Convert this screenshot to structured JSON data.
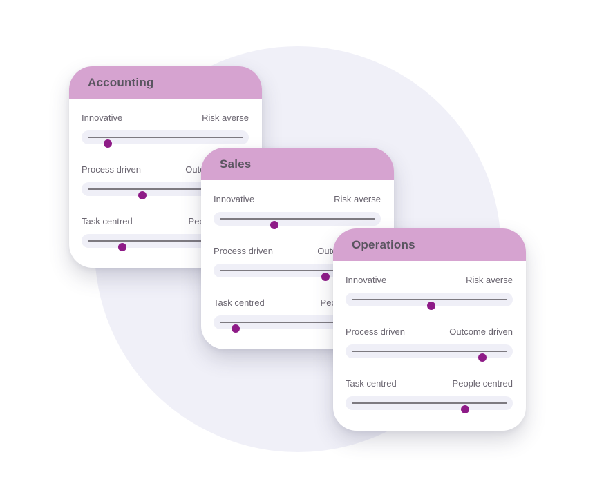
{
  "background": {
    "circle_color": "#f0f0f8"
  },
  "colors": {
    "header": "#d6a3d0",
    "thumb": "#8e1b87",
    "track": "#7d7a80"
  },
  "cards": [
    {
      "title": "Accounting",
      "sliders": [
        {
          "left_label": "Innovative",
          "right_label": "Risk averse",
          "value": 0.13
        },
        {
          "left_label": "Process driven",
          "right_label": "Outcome driven",
          "value": 0.35
        },
        {
          "left_label": "Task centred",
          "right_label": "People centred",
          "value": 0.22
        }
      ]
    },
    {
      "title": "Sales",
      "sliders": [
        {
          "left_label": "Innovative",
          "right_label": "Risk averse",
          "value": 0.35
        },
        {
          "left_label": "Process driven",
          "right_label": "Outcome driven",
          "value": 0.68
        },
        {
          "left_label": "Task centred",
          "right_label": "People centred",
          "value": 0.1
        }
      ]
    },
    {
      "title": "Operations",
      "sliders": [
        {
          "left_label": "Innovative",
          "right_label": "Risk averse",
          "value": 0.51
        },
        {
          "left_label": "Process driven",
          "right_label": "Outcome driven",
          "value": 0.84
        },
        {
          "left_label": "Task centred",
          "right_label": "People centred",
          "value": 0.73
        }
      ]
    }
  ]
}
